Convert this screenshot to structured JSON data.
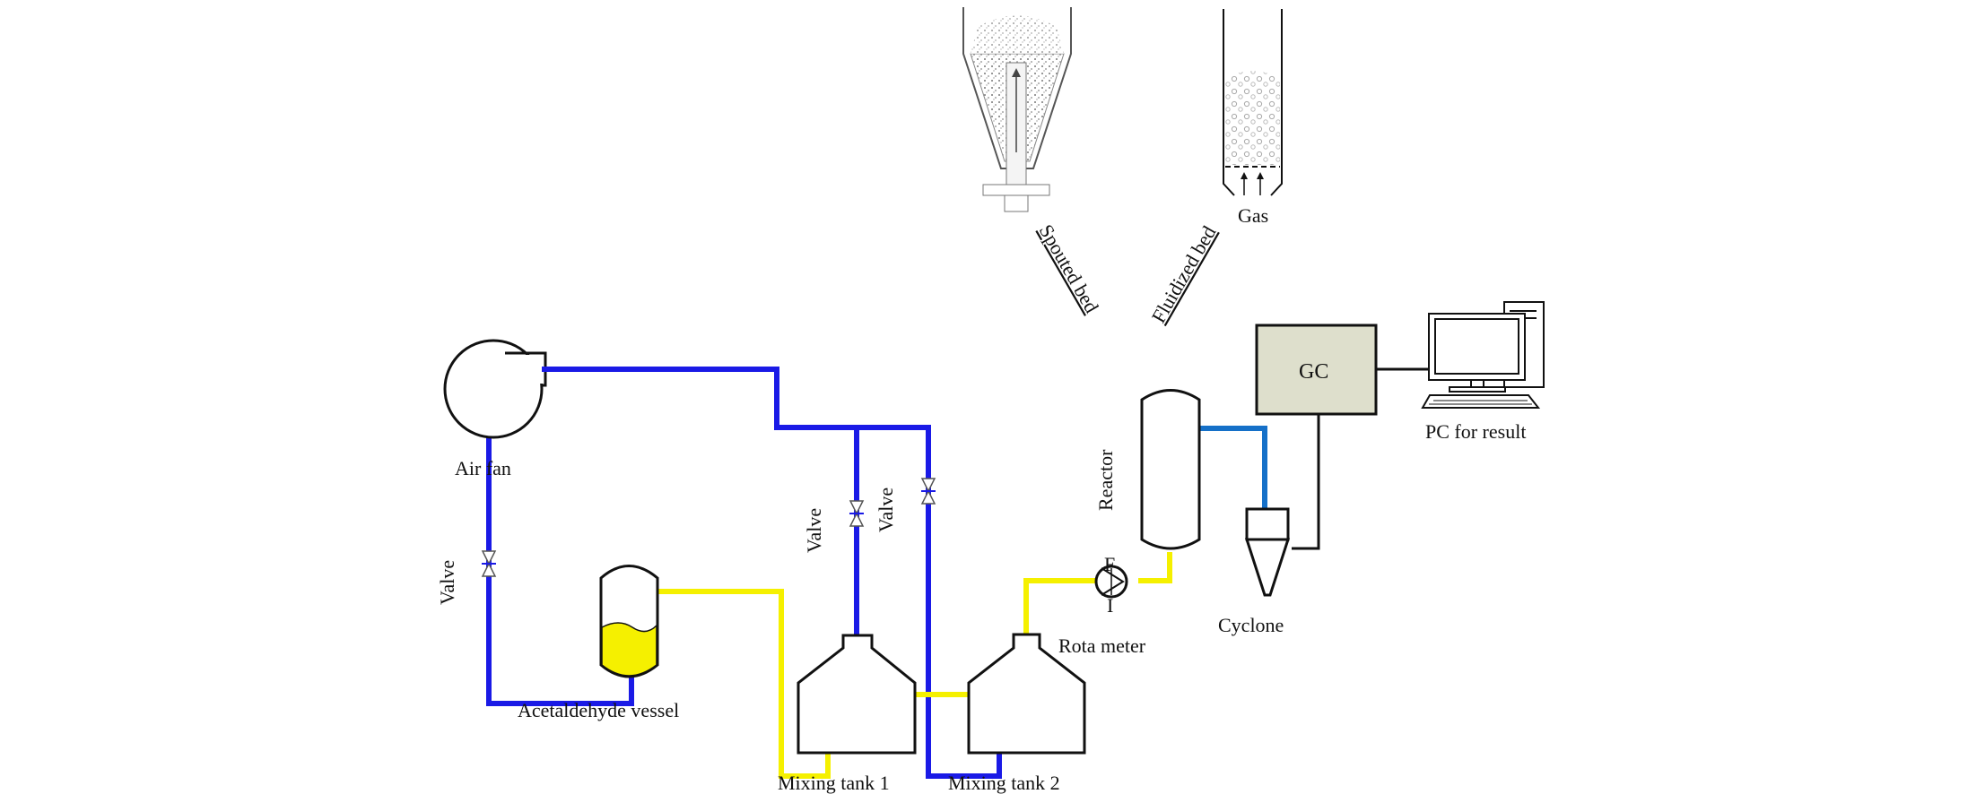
{
  "labels": {
    "air_fan": "Air fan",
    "valve_left": "Valve",
    "valve_mid1": "Valve",
    "valve_mid2": "Valve",
    "acetaldehyde_vessel": "Acetaldehyde vessel",
    "mixing_tank_1": "Mixing  tank 1",
    "mixing_tank_2": "Mixing  tank 2",
    "rota_meter": "Rota meter",
    "reactor": "Reactor",
    "cyclone": "Cyclone",
    "gc": "GC",
    "pc": "PC  for result",
    "spouted_bed": "Spouted bed",
    "fluidized_bed": "Fluidized bed",
    "gas": "Gas",
    "flow_f": "F",
    "flow_i": "I"
  },
  "colors": {
    "air_line": "#1a1ae6",
    "liquid_line": "#f5f000",
    "gas_out_line": "#1570c8",
    "gc_box": "#dedfcc",
    "outline": "#111111",
    "liquid_fill": "#f5f000"
  }
}
